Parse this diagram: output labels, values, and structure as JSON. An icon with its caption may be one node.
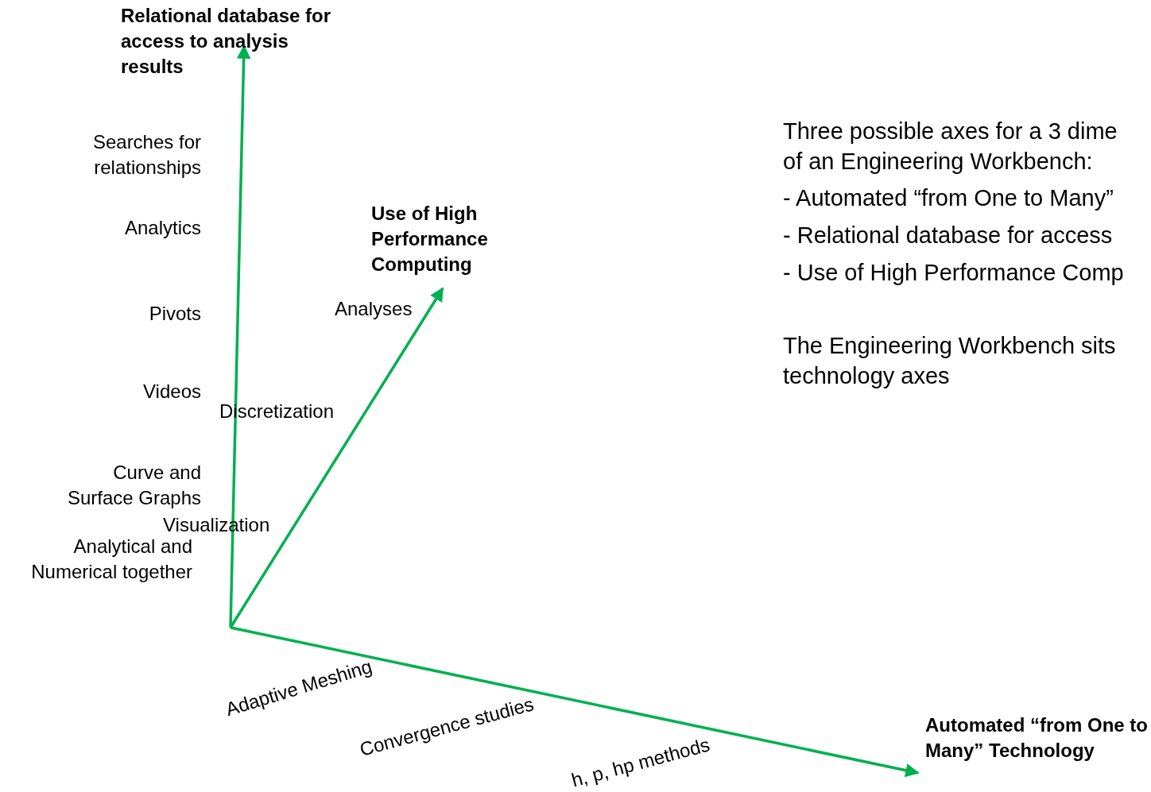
{
  "diagram": {
    "labels": [
      "Relational database for access to analysis results",
      "Searches for relationships",
      "Three possible axes for a 3 dime",
      "of an Engineering Workbench:",
      "- Automated “from One to Many”",
      "Use of High Performance Computing",
      "Analytics",
      "- Relational database for access",
      "- Use of High Performance Comp",
      "Analyses",
      "Pivots",
      "The Engineering Workbench sits",
      "technology axes",
      "Videos",
      "Discretization",
      "Curve and Surface Graphs",
      "Visualization",
      "Analytical and Numerical together",
      "Adaptive Meshing",
      "Convergence studies",
      "Automated “from One to Many” Technology",
      "h, p, hp methods"
    ]
  }
}
